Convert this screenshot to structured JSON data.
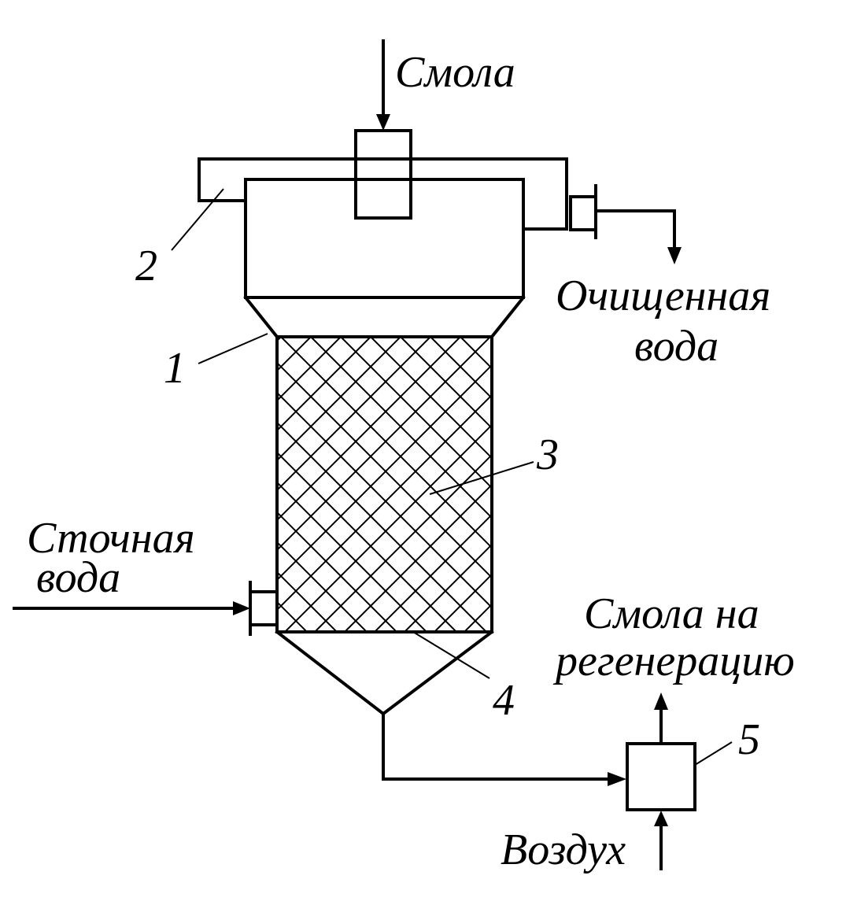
{
  "labels": {
    "resin_in": "Смола",
    "clean_water_line1": "Очищенная",
    "clean_water_line2": "вода",
    "waste_water_line1": "Сточная",
    "waste_water_line2": "вода",
    "resin_regen_line1": "Смола на",
    "resin_regen_line2": "регенерацию",
    "air": "Воздух"
  },
  "callouts": {
    "n1": "1",
    "n2": "2",
    "n3": "3",
    "n4": "4",
    "n5": "5"
  },
  "colors": {
    "line": "#000000",
    "background": "#ffffff"
  }
}
